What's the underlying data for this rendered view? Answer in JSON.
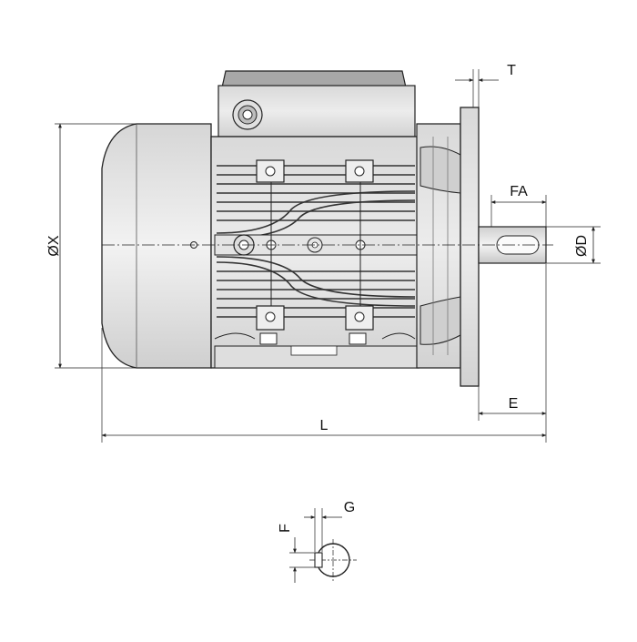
{
  "dimensions": {
    "T": "T",
    "FA": "FA",
    "D": "ØD",
    "X": "ØX",
    "E": "E",
    "L": "L",
    "G": "G",
    "F": "F"
  },
  "colors": {
    "body_fill": "#e7e7e7",
    "body_shade": "#cfcfcf",
    "stroke": "#222222",
    "dark": "#555555"
  }
}
